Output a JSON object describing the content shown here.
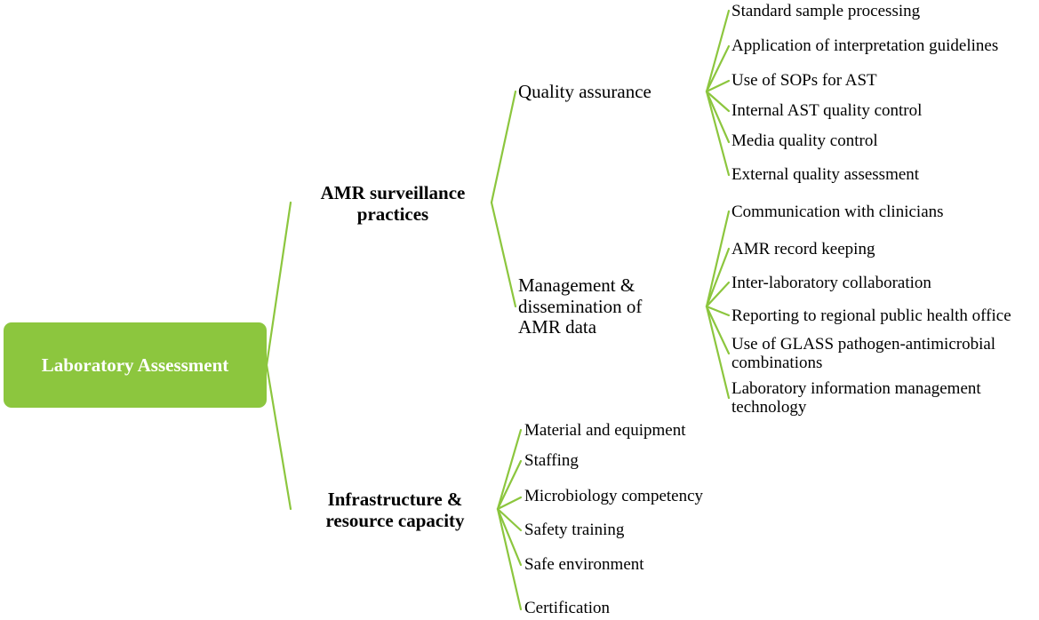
{
  "root": {
    "label": "Laboratory Assessment"
  },
  "branches": [
    {
      "label": "AMR surveillance practices",
      "children": [
        {
          "label": "Quality assurance",
          "items": [
            "Standard sample processing",
            "Application of interpretation guidelines",
            "Use of SOPs for AST",
            "Internal AST quality control",
            "Media quality control",
            "External quality assessment"
          ]
        },
        {
          "label": "Management & dissemination of AMR data",
          "items": [
            "Communication with clinicians",
            "AMR record keeping",
            "Inter-laboratory collaboration",
            "Reporting to regional public health office",
            "Use of GLASS pathogen-antimicrobial combinations",
            "Laboratory information management technology"
          ]
        }
      ]
    },
    {
      "label": "Infrastructure & resource capacity",
      "items": [
        "Material and equipment",
        "Staffing",
        "Microbiology competency",
        "Safety training",
        "Safe environment",
        "Certification"
      ]
    }
  ],
  "colors": {
    "accent": "#8cc63e",
    "text": "#000000",
    "root_text": "#ffffff"
  }
}
